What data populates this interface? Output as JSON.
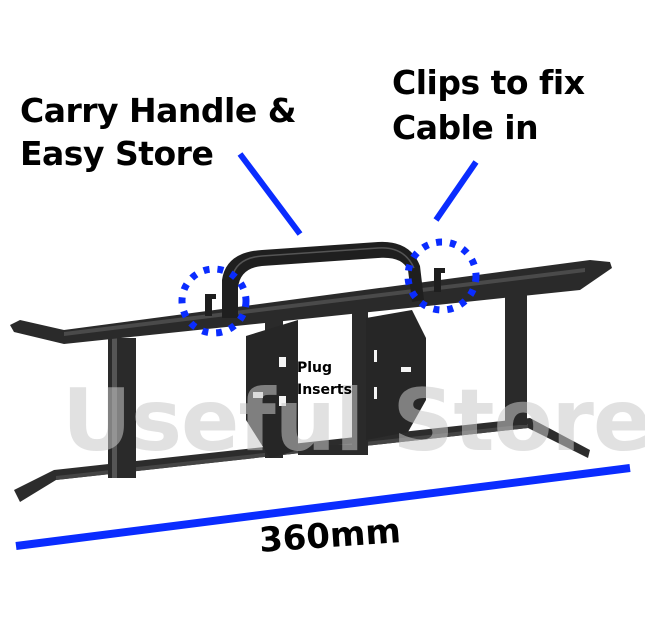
{
  "annotations": {
    "carry_handle": {
      "line1": "Carry Handle &",
      "line2": "Easy Store"
    },
    "clips": {
      "line1": "Clips to fix",
      "line2": "Cable in"
    },
    "plug_inserts": {
      "line1": "Plug",
      "line2": "Inserts"
    },
    "dimension": "360mm"
  },
  "watermark": "Useful Store",
  "colors": {
    "accent_blue": "#0a2cff",
    "product_black": "#2a2a2a",
    "watermark_gray": "#c8c8c8",
    "background": "#ffffff"
  }
}
